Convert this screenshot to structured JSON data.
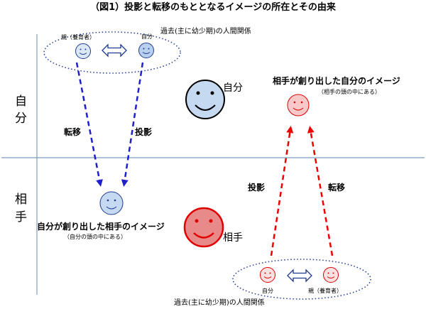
{
  "title": "（図1）投影と転移のもととなるイメージの所在とその由来",
  "axis": {
    "self": [
      "自",
      "分"
    ],
    "other": [
      "相",
      "手"
    ]
  },
  "top_group": {
    "past_label": "過去(主に幼少期)の人間関係",
    "parent_label": "親（養育者）",
    "self_label": "自分"
  },
  "bottom_group": {
    "past_label": "過去(主に幼少期)の人間関係",
    "self_label": "自分",
    "parent_label": "親（養育者）"
  },
  "center": {
    "self_label": "自分",
    "other_label": "相手"
  },
  "arrows": {
    "left_transfer": "転移",
    "left_projection": "投影",
    "right_projection": "投影",
    "right_transfer": "転移"
  },
  "image_other": {
    "label": "自分が創り出した相手のイメージ",
    "sub": "（自分の頭の中にある）"
  },
  "image_self": {
    "label": "相手が創り出した自分のイメージ",
    "sub": "（相手の頭の中にある）"
  },
  "colors": {
    "blue_face_fill": "#c5d9f1",
    "blue_stroke": "#1f3a93",
    "red_face_fill": "#f4b6b6",
    "red_stroke": "#e00000",
    "big_red_fill": "#e88a8a",
    "arrow_blue": "#1f1fcc",
    "arrow_red": "#ee0000",
    "axis_line": "#7f9fbf",
    "dotted_ellipse": "#1f3a93"
  }
}
